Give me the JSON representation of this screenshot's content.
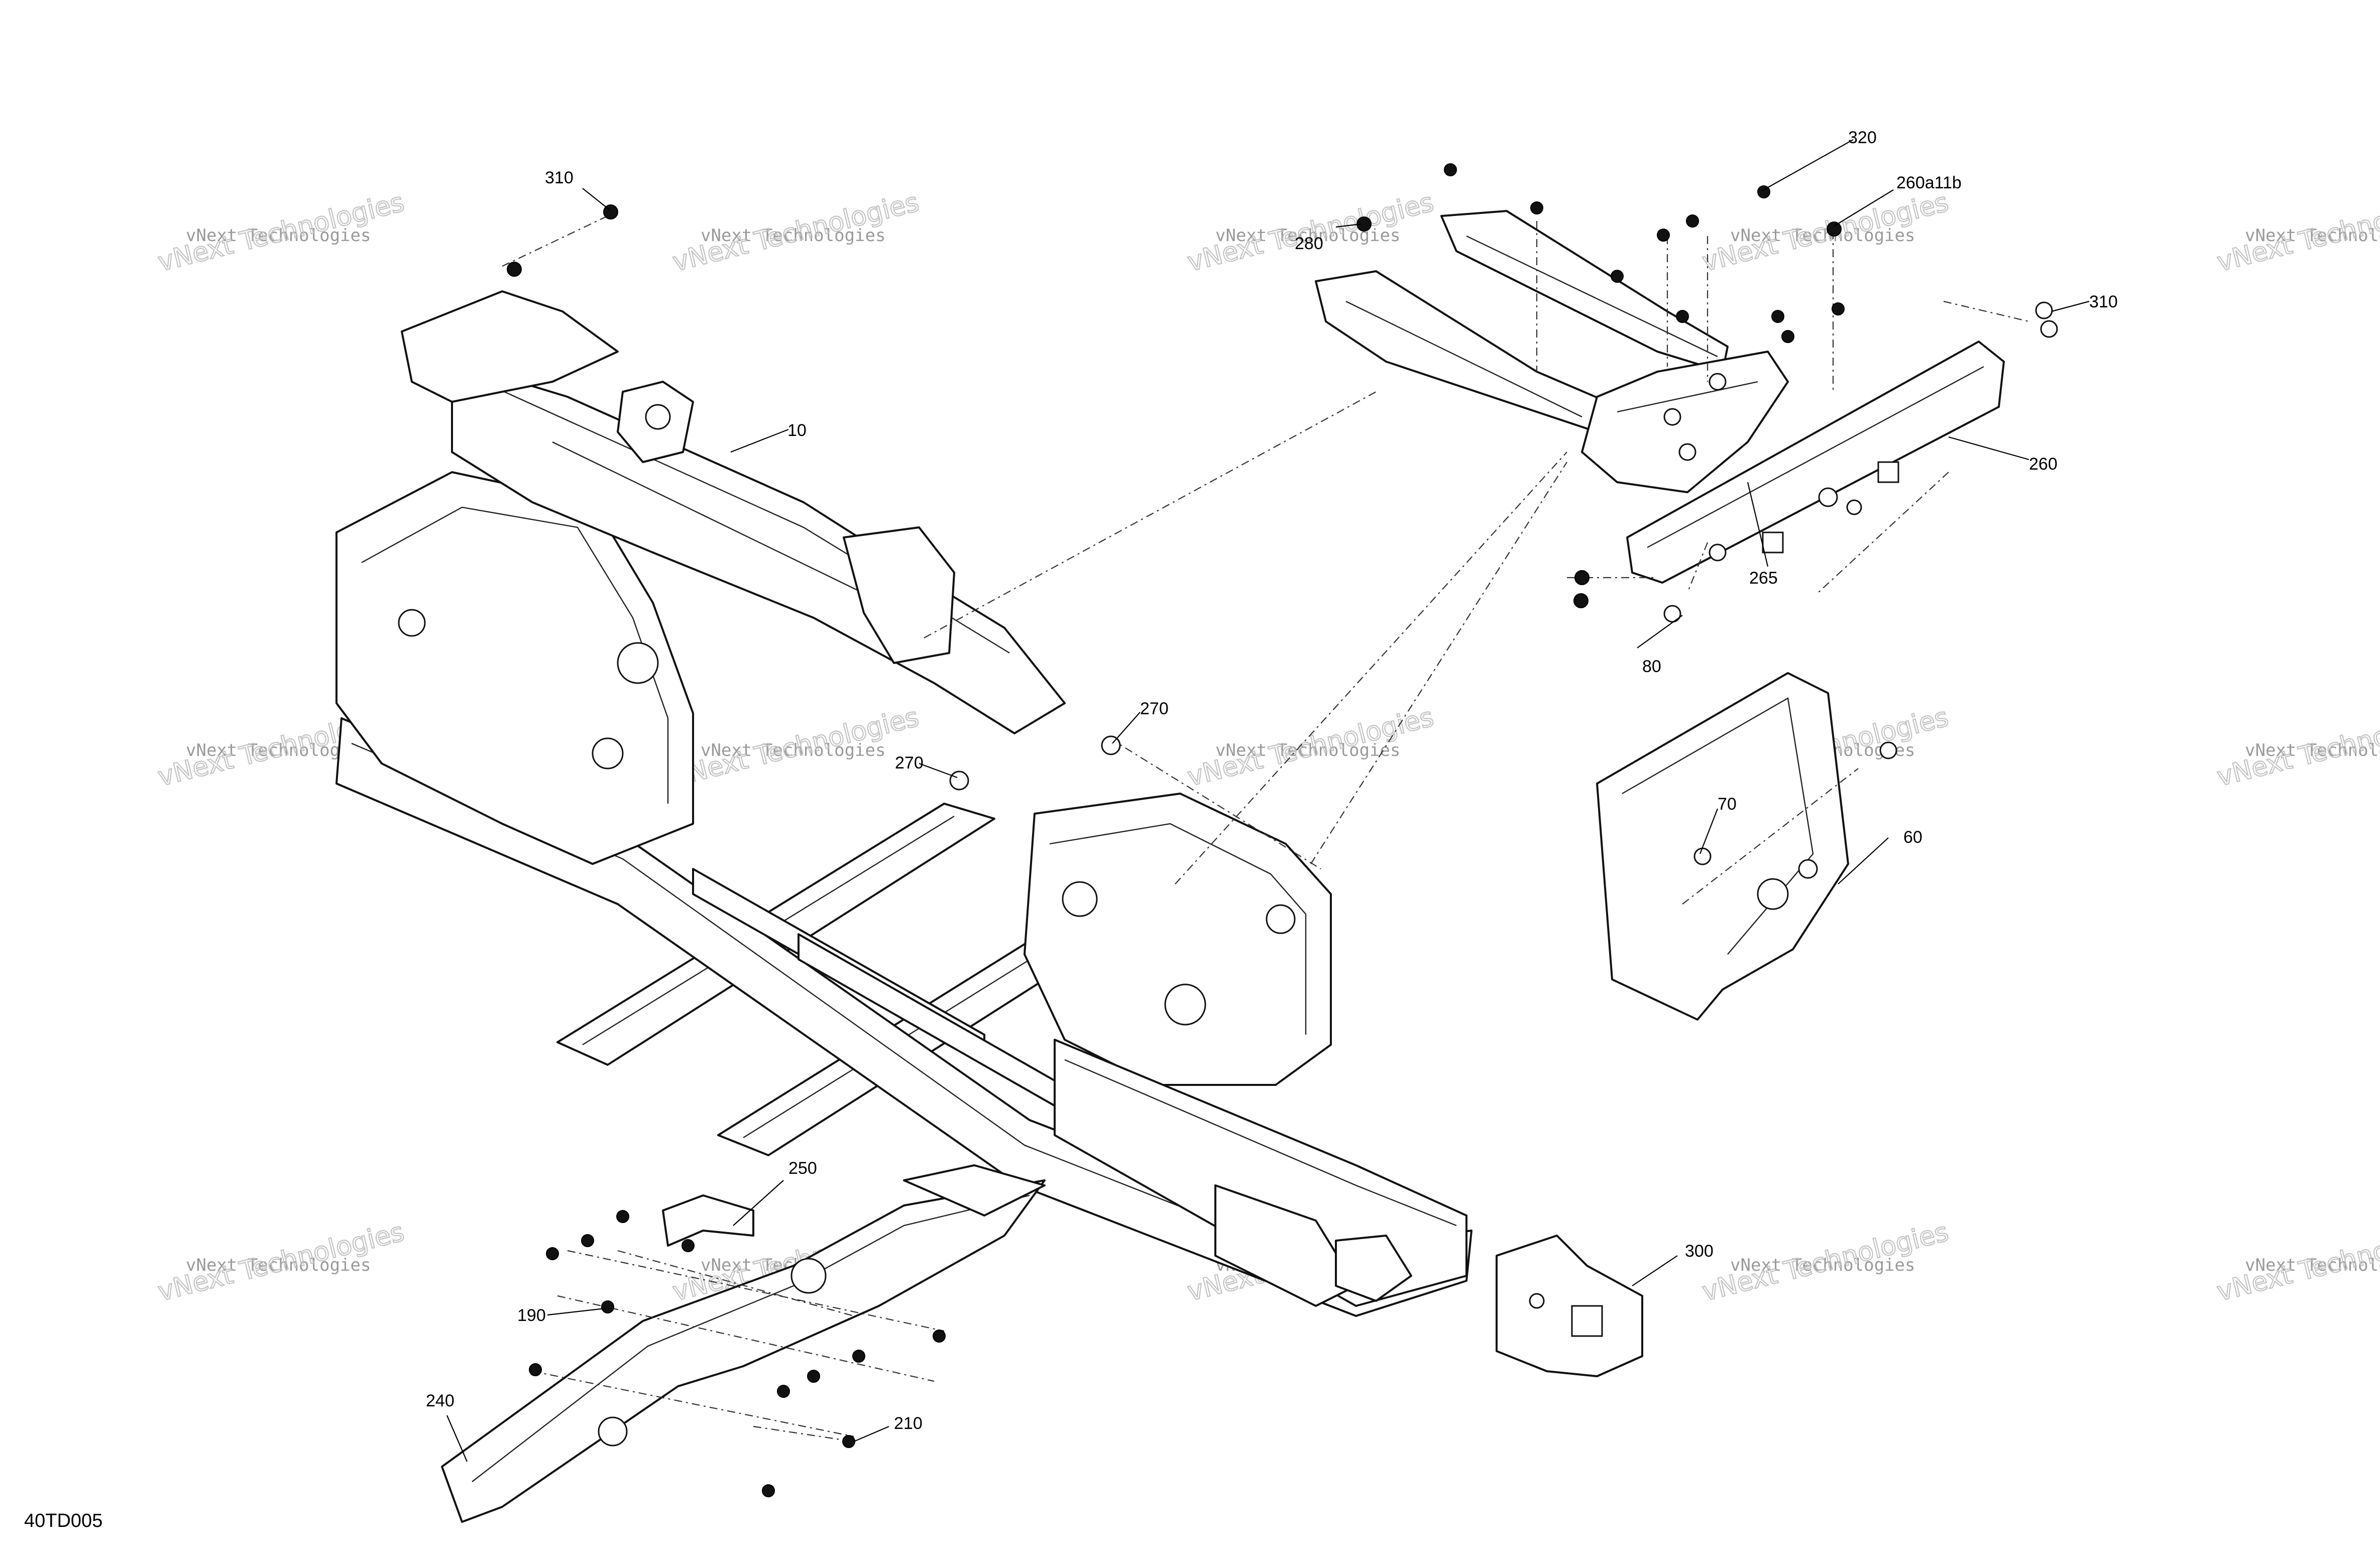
{
  "diagram": {
    "code": "40TD005",
    "watermark": {
      "line1": "vNext Technologies",
      "line2": "vNext Technologies"
    },
    "callouts": [
      {
        "id": "310-left",
        "label": "310"
      },
      {
        "id": "10",
        "label": "10"
      },
      {
        "id": "280",
        "label": "280"
      },
      {
        "id": "320",
        "label": "320"
      },
      {
        "id": "260a11b",
        "label": "260a11b"
      },
      {
        "id": "310-right",
        "label": "310"
      },
      {
        "id": "260",
        "label": "260"
      },
      {
        "id": "265",
        "label": "265"
      },
      {
        "id": "80",
        "label": "80"
      },
      {
        "id": "270-right",
        "label": "270"
      },
      {
        "id": "270-left",
        "label": "270"
      },
      {
        "id": "70",
        "label": "70"
      },
      {
        "id": "60",
        "label": "60"
      },
      {
        "id": "250",
        "label": "250"
      },
      {
        "id": "190",
        "label": "190"
      },
      {
        "id": "300",
        "label": "300"
      },
      {
        "id": "240",
        "label": "240"
      },
      {
        "id": "210",
        "label": "210"
      }
    ]
  }
}
